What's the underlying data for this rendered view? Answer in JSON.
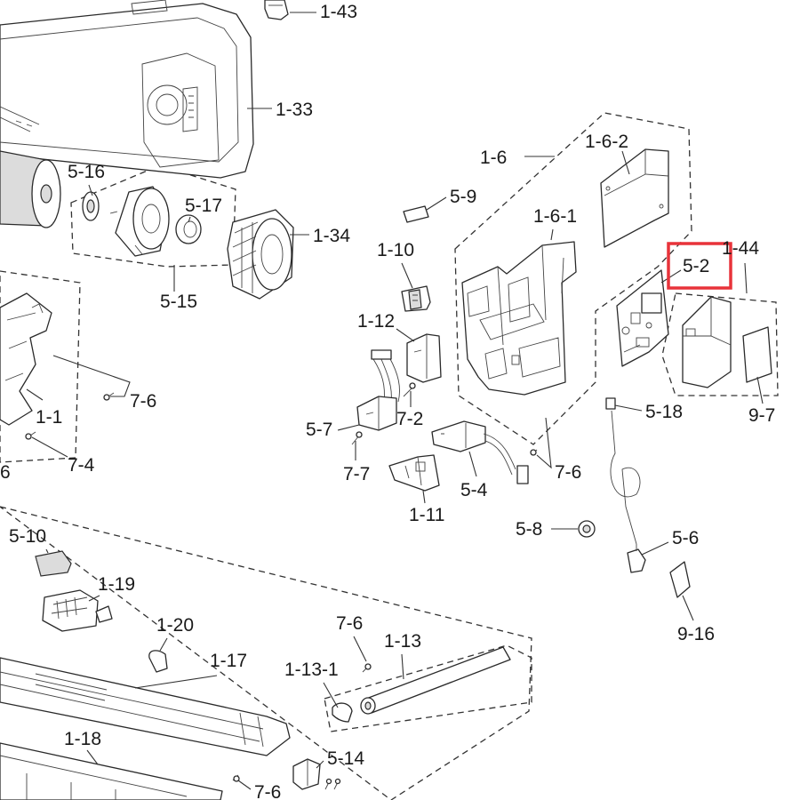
{
  "highlight_color": "#e8333a",
  "callouts": [
    {
      "id": "1-43",
      "text": "1-43"
    },
    {
      "id": "1-33",
      "text": "1-33"
    },
    {
      "id": "5-16",
      "text": "5-16"
    },
    {
      "id": "5-17",
      "text": "5-17"
    },
    {
      "id": "1-34",
      "text": "1-34"
    },
    {
      "id": "5-15",
      "text": "5-15"
    },
    {
      "id": "1-1",
      "text": "1-1"
    },
    {
      "id": "7-6a",
      "text": "7-6"
    },
    {
      "id": "7-4",
      "text": "7-4"
    },
    {
      "id": "6",
      "text": "6"
    },
    {
      "id": "1-6",
      "text": "1-6"
    },
    {
      "id": "1-6-2",
      "text": "1-6-2"
    },
    {
      "id": "5-9",
      "text": "5-9"
    },
    {
      "id": "1-6-1",
      "text": "1-6-1"
    },
    {
      "id": "1-10",
      "text": "1-10"
    },
    {
      "id": "1-44",
      "text": "1-44"
    },
    {
      "id": "5-2",
      "text": "5-2"
    },
    {
      "id": "1-12",
      "text": "1-12"
    },
    {
      "id": "5-18",
      "text": "5-18"
    },
    {
      "id": "9-7",
      "text": "9-7"
    },
    {
      "id": "5-7",
      "text": "5-7"
    },
    {
      "id": "7-2",
      "text": "7-2"
    },
    {
      "id": "7-7",
      "text": "7-7"
    },
    {
      "id": "5-4",
      "text": "5-4"
    },
    {
      "id": "7-6b",
      "text": "7-6"
    },
    {
      "id": "1-11",
      "text": "1-11"
    },
    {
      "id": "5-8",
      "text": "5-8"
    },
    {
      "id": "5-6",
      "text": "5-6"
    },
    {
      "id": "5-10",
      "text": "5-10"
    },
    {
      "id": "1-19",
      "text": "1-19"
    },
    {
      "id": "9-16",
      "text": "9-16"
    },
    {
      "id": "1-20",
      "text": "1-20"
    },
    {
      "id": "7-6c",
      "text": "7-6"
    },
    {
      "id": "1-13",
      "text": "1-13"
    },
    {
      "id": "1-17",
      "text": "1-17"
    },
    {
      "id": "1-13-1",
      "text": "1-13-1"
    },
    {
      "id": "1-18",
      "text": "1-18"
    },
    {
      "id": "5-14",
      "text": "5-14"
    },
    {
      "id": "7-6d",
      "text": "7-6"
    }
  ]
}
